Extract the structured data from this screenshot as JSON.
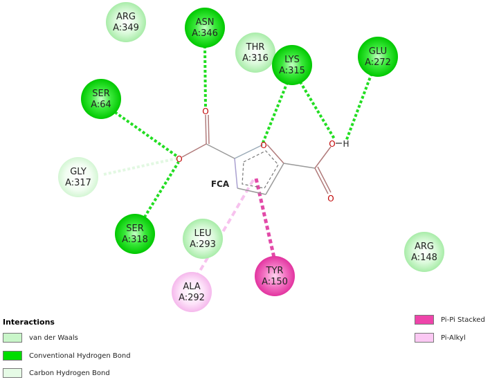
{
  "ligand": {
    "name": "FCA"
  },
  "colors": {
    "vdw": "#c9f6c9",
    "hbond": "#00dd00",
    "carbon_hbond": "#e6fbe6",
    "pi_pi": "#ee44aa",
    "pi_alkyl": "#fbc8f3"
  },
  "residues": [
    {
      "id": "arg349",
      "line1": "ARG",
      "line2": "A:349",
      "type": "vdw"
    },
    {
      "id": "asn346",
      "line1": "ASN",
      "line2": "A:346",
      "type": "hbond"
    },
    {
      "id": "thr316",
      "line1": "THR",
      "line2": "A:316",
      "type": "vdw"
    },
    {
      "id": "lys315",
      "line1": "LYS",
      "line2": "A:315",
      "type": "hbond"
    },
    {
      "id": "glu272",
      "line1": "GLU",
      "line2": "A:272",
      "type": "hbond"
    },
    {
      "id": "ser64",
      "line1": "SER",
      "line2": "A:64",
      "type": "hbond"
    },
    {
      "id": "gly317",
      "line1": "GLY",
      "line2": "A:317",
      "type": "carbon_hbond"
    },
    {
      "id": "ser318",
      "line1": "SER",
      "line2": "A:318",
      "type": "hbond"
    },
    {
      "id": "leu293",
      "line1": "LEU",
      "line2": "A:293",
      "type": "vdw"
    },
    {
      "id": "arg148",
      "line1": "ARG",
      "line2": "A:148",
      "type": "vdw"
    },
    {
      "id": "tyr150",
      "line1": "TYR",
      "line2": "A:150",
      "type": "pi_pi"
    },
    {
      "id": "ala292",
      "line1": "ALA",
      "line2": "A:292",
      "type": "pi_alkyl"
    }
  ],
  "atoms": {
    "oxygen": "O",
    "hydrogen": "H"
  },
  "legend": {
    "title": "Interactions",
    "items": [
      {
        "label": "van der Waals",
        "type": "vdw"
      },
      {
        "label": "Conventional Hydrogen Bond",
        "type": "hbond"
      },
      {
        "label": "Carbon Hydrogen Bond",
        "type": "carbon_hbond"
      },
      {
        "label": "Pi-Pi Stacked",
        "type": "pi_pi"
      },
      {
        "label": "Pi-Alkyl",
        "type": "pi_alkyl"
      }
    ]
  }
}
